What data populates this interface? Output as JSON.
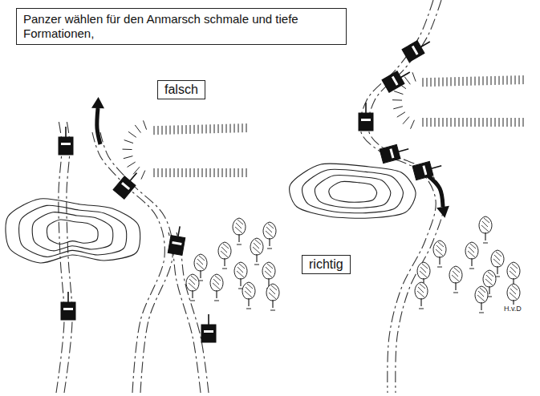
{
  "diagram": {
    "title": "Panzer wählen für den Anmarsch schmale und tiefe Formationen,",
    "nodes": [
      {
        "text": [
          "falsch"
        ]
      },
      {
        "text": [
          "richtig"
        ]
      }
    ],
    "labels": [
      "H.v.D"
    ]
  }
}
